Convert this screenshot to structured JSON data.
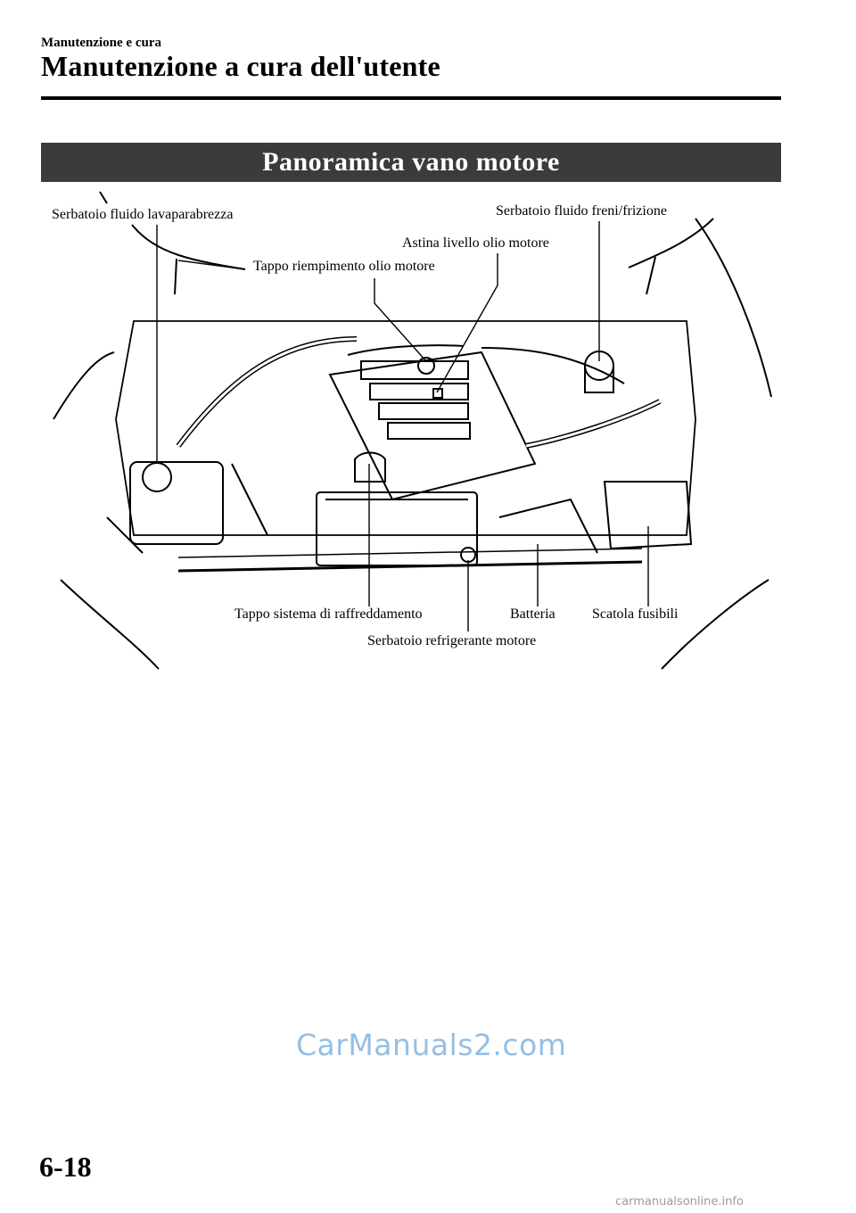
{
  "header": {
    "section": "Manutenzione e cura",
    "title": "Manutenzione a cura dell'utente"
  },
  "banner": {
    "text": "Panoramica vano motore"
  },
  "callouts": {
    "washer": "Serbatoio fluido lavaparabrezza",
    "brake": "Serbatoio fluido freni/frizione",
    "dipstick": "Astina livello olio motore",
    "oil_cap": "Tappo riempimento olio motore",
    "cooling_cap": "Tappo sistema di raffreddamento",
    "battery": "Batteria",
    "fuse_box": "Scatola fusibili",
    "coolant_tank": "Serbatoio refrigerante motore"
  },
  "watermark": "CarManuals2.com",
  "footer": {
    "page_number": "6-18",
    "site": "carmanualsonline.info"
  }
}
